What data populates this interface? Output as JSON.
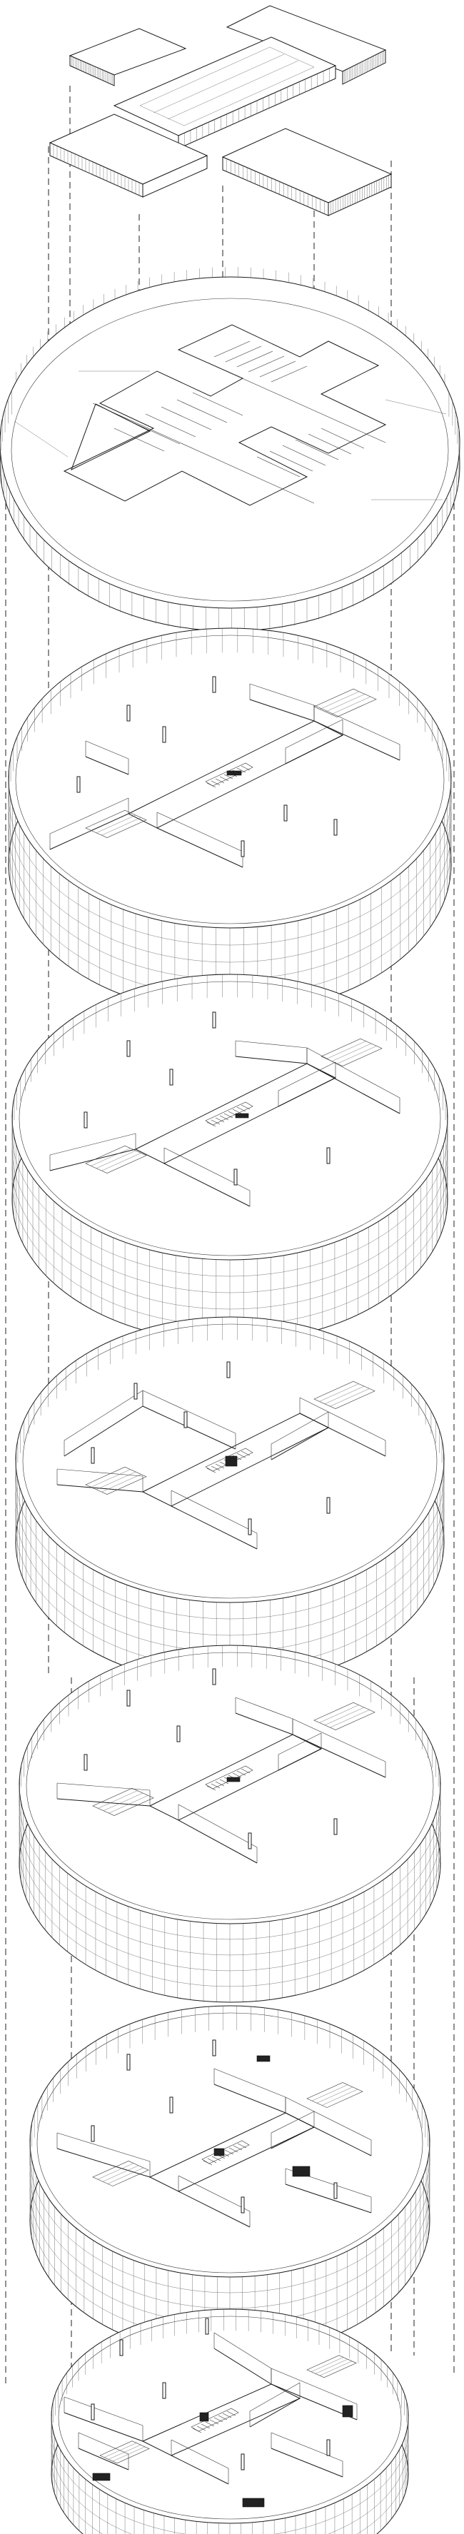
{
  "drawing": {
    "type": "exploded-axonometric",
    "stroke_color": "#1a1a1a",
    "background": "#ffffff",
    "levels": [
      {
        "id": "roof-cross"
      },
      {
        "id": "level-6"
      },
      {
        "id": "level-5"
      },
      {
        "id": "level-4"
      },
      {
        "id": "level-3"
      },
      {
        "id": "level-2"
      },
      {
        "id": "level-1"
      },
      {
        "id": "level-0"
      }
    ]
  }
}
